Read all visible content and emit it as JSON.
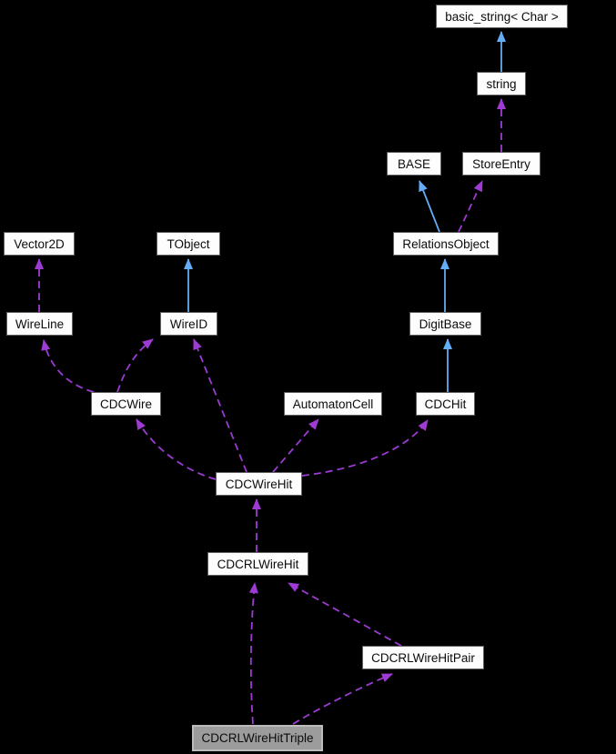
{
  "diagram": {
    "kind": "class-collaboration-graph",
    "focus_node": "CDCRLWireHitTriple",
    "colors": {
      "background": "#000000",
      "inheritance_edge": "#64acf5",
      "usage_edge": "#9d3bd3",
      "node_fill": "#fdfdfd",
      "node_border": "#606060",
      "focus_node_fill": "#9c9c9c",
      "focus_node_border": "#bcbcbc",
      "text": "#0b0b0b"
    },
    "nodes": [
      {
        "id": "basic_string",
        "label": "basic_string< Char >"
      },
      {
        "id": "string",
        "label": "string"
      },
      {
        "id": "BASE",
        "label": "BASE"
      },
      {
        "id": "StoreEntry",
        "label": "StoreEntry"
      },
      {
        "id": "RelationsObject",
        "label": "RelationsObject"
      },
      {
        "id": "Vector2D",
        "label": "Vector2D"
      },
      {
        "id": "TObject",
        "label": "TObject"
      },
      {
        "id": "WireLine",
        "label": "WireLine"
      },
      {
        "id": "WireID",
        "label": "WireID"
      },
      {
        "id": "DigitBase",
        "label": "DigitBase"
      },
      {
        "id": "CDCWire",
        "label": "CDCWire"
      },
      {
        "id": "AutomatonCell",
        "label": "AutomatonCell"
      },
      {
        "id": "CDCHit",
        "label": "CDCHit"
      },
      {
        "id": "CDCWireHit",
        "label": "CDCWireHit"
      },
      {
        "id": "CDCRLWireHit",
        "label": "CDCRLWireHit"
      },
      {
        "id": "CDCRLWireHitPair",
        "label": "CDCRLWireHitPair"
      },
      {
        "id": "CDCRLWireHitTriple",
        "label": "CDCRLWireHitTriple"
      }
    ],
    "edges": [
      {
        "from": "string",
        "to": "basic_string",
        "type": "inheritance"
      },
      {
        "from": "RelationsObject",
        "to": "BASE",
        "type": "inheritance"
      },
      {
        "from": "DigitBase",
        "to": "RelationsObject",
        "type": "inheritance"
      },
      {
        "from": "CDCHit",
        "to": "DigitBase",
        "type": "inheritance"
      },
      {
        "from": "WireID",
        "to": "TObject",
        "type": "inheritance"
      },
      {
        "from": "StoreEntry",
        "to": "string",
        "type": "usage"
      },
      {
        "from": "RelationsObject",
        "to": "StoreEntry",
        "type": "usage"
      },
      {
        "from": "WireLine",
        "to": "Vector2D",
        "type": "usage"
      },
      {
        "from": "CDCWire",
        "to": "WireLine",
        "type": "usage"
      },
      {
        "from": "CDCWire",
        "to": "WireID",
        "type": "usage"
      },
      {
        "from": "CDCWireHit",
        "to": "CDCWire",
        "type": "usage"
      },
      {
        "from": "CDCWireHit",
        "to": "WireID",
        "type": "usage"
      },
      {
        "from": "CDCWireHit",
        "to": "AutomatonCell",
        "type": "usage"
      },
      {
        "from": "CDCWireHit",
        "to": "CDCHit",
        "type": "usage"
      },
      {
        "from": "CDCRLWireHit",
        "to": "CDCWireHit",
        "type": "usage"
      },
      {
        "from": "CDCRLWireHitPair",
        "to": "CDCRLWireHit",
        "type": "usage"
      },
      {
        "from": "CDCRLWireHitTriple",
        "to": "CDCRLWireHit",
        "type": "usage"
      },
      {
        "from": "CDCRLWireHitTriple",
        "to": "CDCRLWireHitPair",
        "type": "usage"
      }
    ]
  }
}
